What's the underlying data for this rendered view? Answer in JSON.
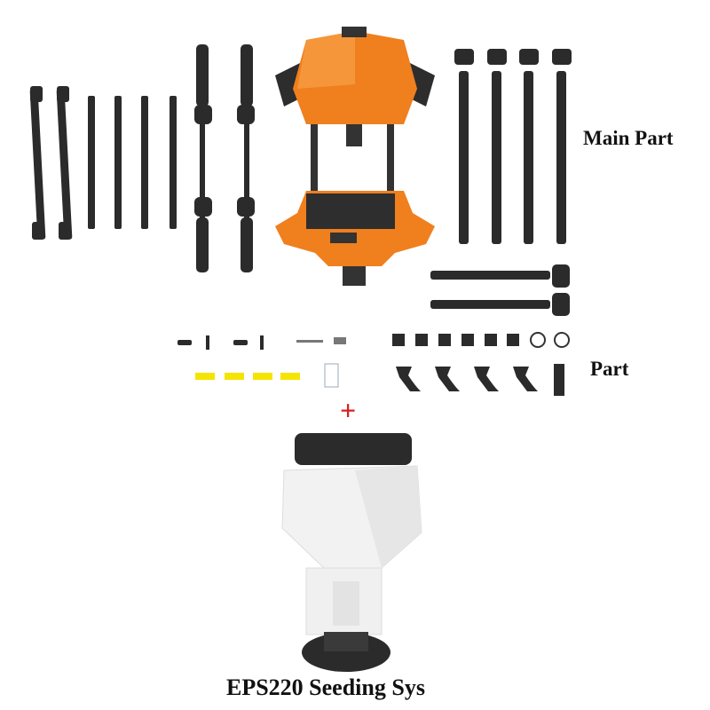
{
  "labels": {
    "main_part": "Main Part",
    "part": "Part",
    "plus": "+",
    "seeding_system": "EPS220 Seeding Sys"
  },
  "colors": {
    "frame_orange": "#f07f1e",
    "carbon": "#2a2a2a",
    "accent_red": "#d7201f",
    "sticker_yellow": "#f5e400",
    "seeder_white": "#f2f2f2"
  }
}
